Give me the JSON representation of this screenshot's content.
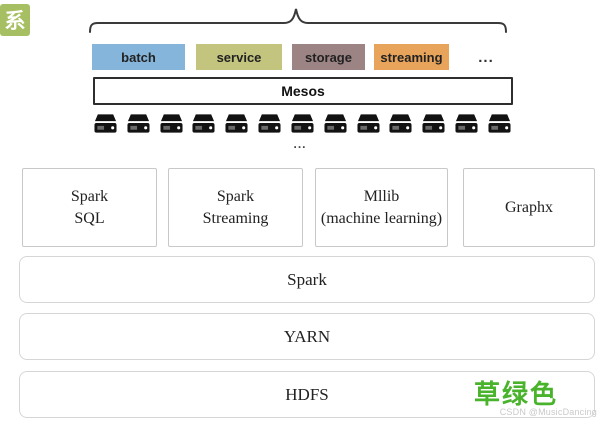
{
  "canvas": {
    "bg": "#ffffff"
  },
  "corner_tag": {
    "label": "系",
    "bg": "#a6bf62",
    "text_color": "#ffffff"
  },
  "mesos_cluster": {
    "frameworks": [
      {
        "label": "batch",
        "bg": "#85b5da"
      },
      {
        "label": "service",
        "bg": "#c3c57e"
      },
      {
        "label": "storage",
        "bg": "#9c8484"
      },
      {
        "label": "streaming",
        "bg": "#e8a45b"
      }
    ],
    "frameworks_ellipsis": "...",
    "mesos_label": "Mesos",
    "server_count": 13,
    "servers_ellipsis": "..."
  },
  "spark_components": [
    {
      "line1": "Spark",
      "line2": "SQL"
    },
    {
      "line1": "Spark",
      "line2": "Streaming"
    },
    {
      "line1": "Mllib",
      "line2": "(machine learning)"
    },
    {
      "line1": "Graphx",
      "line2": ""
    }
  ],
  "stack_layers": [
    {
      "label": "Spark"
    },
    {
      "label": "YARN"
    },
    {
      "label": "HDFS"
    }
  ],
  "annotation": {
    "label": "草绿色",
    "color": "#4ab32c"
  },
  "watermark": {
    "label": "CSDN @MusicDancing",
    "color": "#c9c9c9"
  }
}
